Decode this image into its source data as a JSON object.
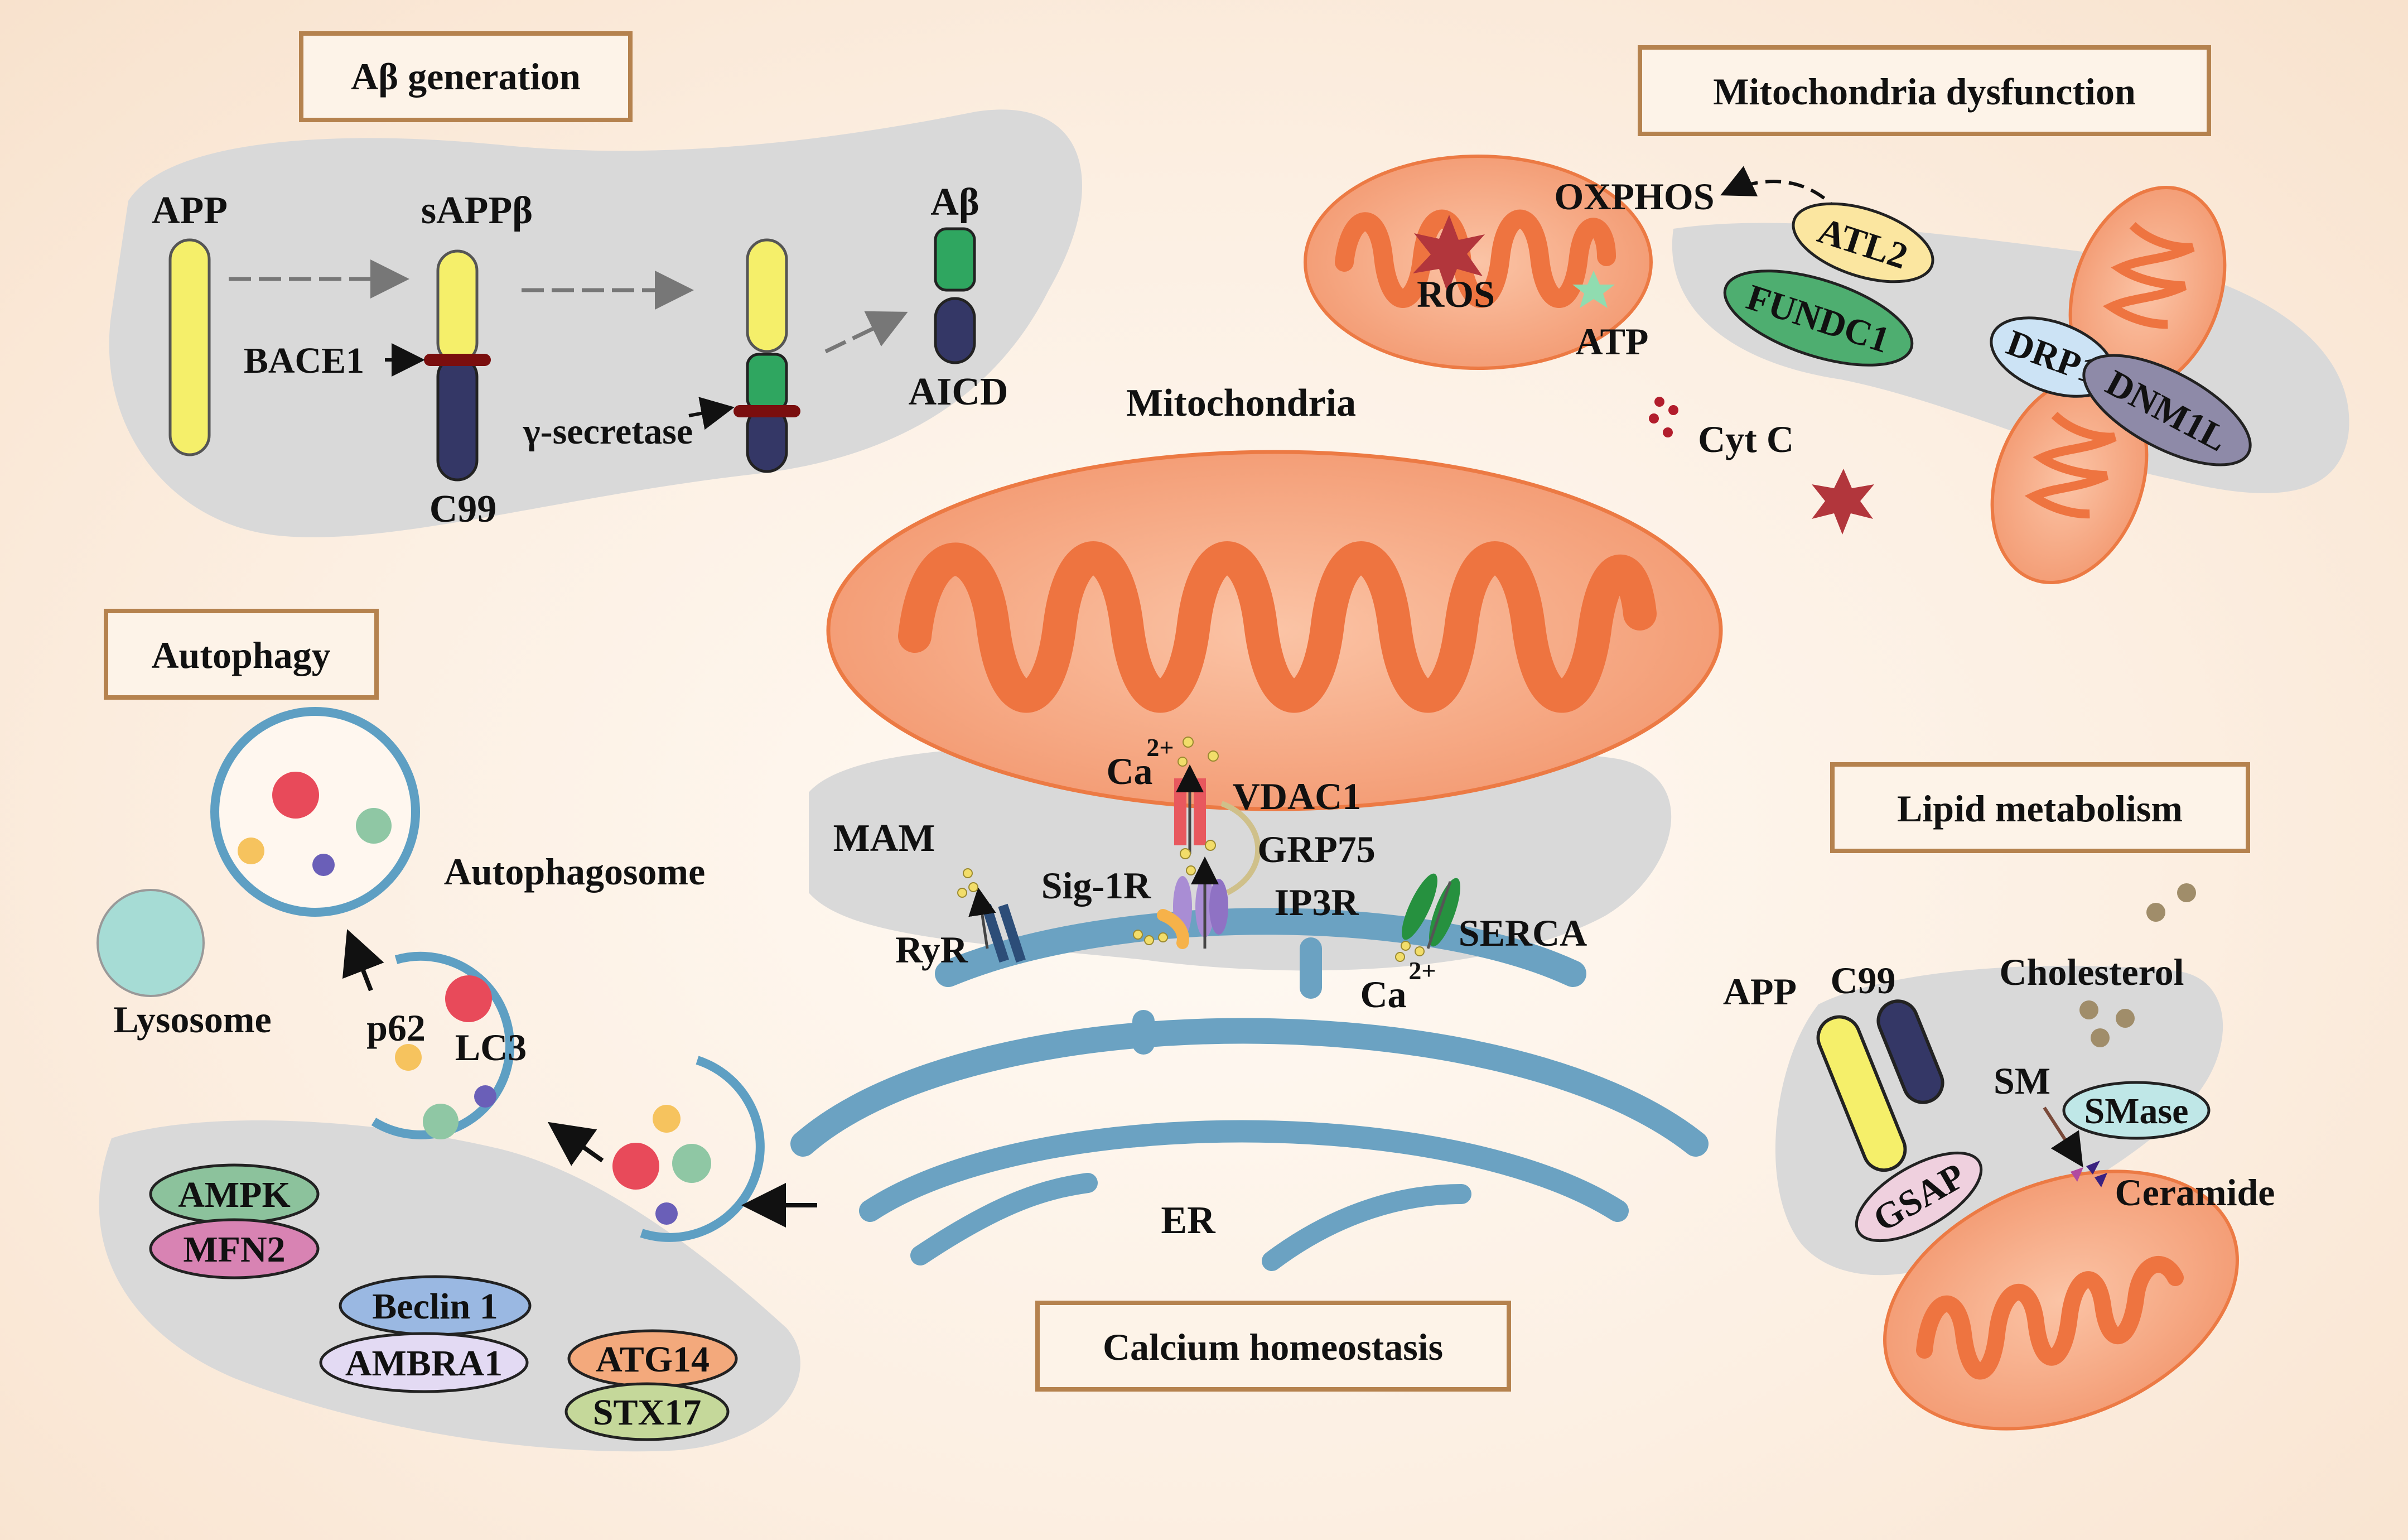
{
  "sections": {
    "abeta_generation": "Aβ generation",
    "mito_dysfunction": "Mitochondria dysfunction",
    "autophagy": "Autophagy",
    "lipid_metabolism": "Lipid metabolism",
    "calcium_homeostasis": "Calcium homeostasis"
  },
  "abeta": {
    "app": "APP",
    "sappb": "sAPPβ",
    "bace1": "BACE1",
    "c99": "C99",
    "gamma_secretase": "γ-secretase",
    "abeta": "Aβ",
    "aicd": "AICD"
  },
  "mito_dys": {
    "oxphos": "OXPHOS",
    "ros": "ROS",
    "atp": "ATP",
    "atl2": "ATL2",
    "fundc1": "FUNDC1",
    "drp1": "DRP1",
    "dnm1l": "DNM1L",
    "cytc": "Cyt C"
  },
  "center": {
    "mitochondria": "Mitochondria",
    "ca": "Ca",
    "ca_sup": "2+",
    "vdac1": "VDAC1",
    "grp75": "GRP75",
    "mam": "MAM",
    "sig1r": "Sig-1R",
    "ip3r": "IP3R",
    "ryr": "RyR",
    "serca": "SERCA",
    "ca2": "Ca",
    "ca2_sup": "2+",
    "er": "ER"
  },
  "autophagy": {
    "autophagosome": "Autophagosome",
    "lysosome": "Lysosome",
    "p62": "p62",
    "lc3": "LC3",
    "ampk": "AMPK",
    "mfn2": "MFN2",
    "beclin1": "Beclin 1",
    "ambra1": "AMBRA1",
    "atg14": "ATG14",
    "stx17": "STX17"
  },
  "lipid": {
    "app": "APP",
    "c99": "C99",
    "cholesterol": "Cholesterol",
    "sm": "SM",
    "smase": "SMase",
    "gsap": "GSAP",
    "ceramide": "Ceramide"
  },
  "colors": {
    "mito_fill": "#f6a07c",
    "mito_crista": "#ee7440",
    "er_blue": "#6ba2c2",
    "gray_region": "#d8d8d8",
    "box_border": "#b5824e",
    "app_yellow": "#f5ef6a",
    "c99_navy": "#343766",
    "abeta_green": "#2fa660",
    "bace_red": "#7a0e0e"
  }
}
